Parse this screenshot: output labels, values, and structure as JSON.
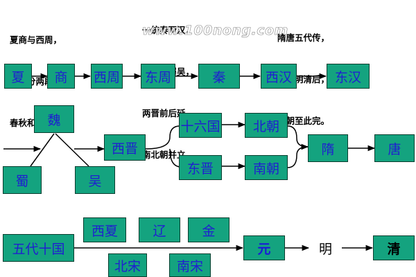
{
  "poems": {
    "left": [
      "夏商与西周，",
      "东周分两段，",
      "春秋和战国，"
    ],
    "middle": [
      "一统秦两汉，",
      "三分魏蜀吴，",
      "两晋前后延，",
      "南北朝并立，"
    ],
    "right": [
      "隋唐五代传，",
      "宋元明清后，",
      "王朝至此完。"
    ]
  },
  "watermark": "www.100nong.com",
  "row1": [
    "夏",
    "商",
    "西周",
    "东周",
    "秦",
    "西汉",
    "东汉"
  ],
  "row2": {
    "wei": "魏",
    "shu": "蜀",
    "wu": "吴",
    "xijin": "西晋",
    "shiliuguo": "十六国",
    "dongjin": "东晋",
    "beichao": "北朝",
    "nanchao": "南朝",
    "sui": "隋",
    "tang": "唐"
  },
  "row3": {
    "wudai": "五代十国",
    "xixia": "西夏",
    "liao": "辽",
    "jin": "金",
    "beisong": "北宋",
    "nansong": "南宋",
    "yuan": "元",
    "ming": "明",
    "qing": "清"
  },
  "colors": {
    "box_fill": "#14a37f",
    "box_text": "#1f1fd0"
  }
}
